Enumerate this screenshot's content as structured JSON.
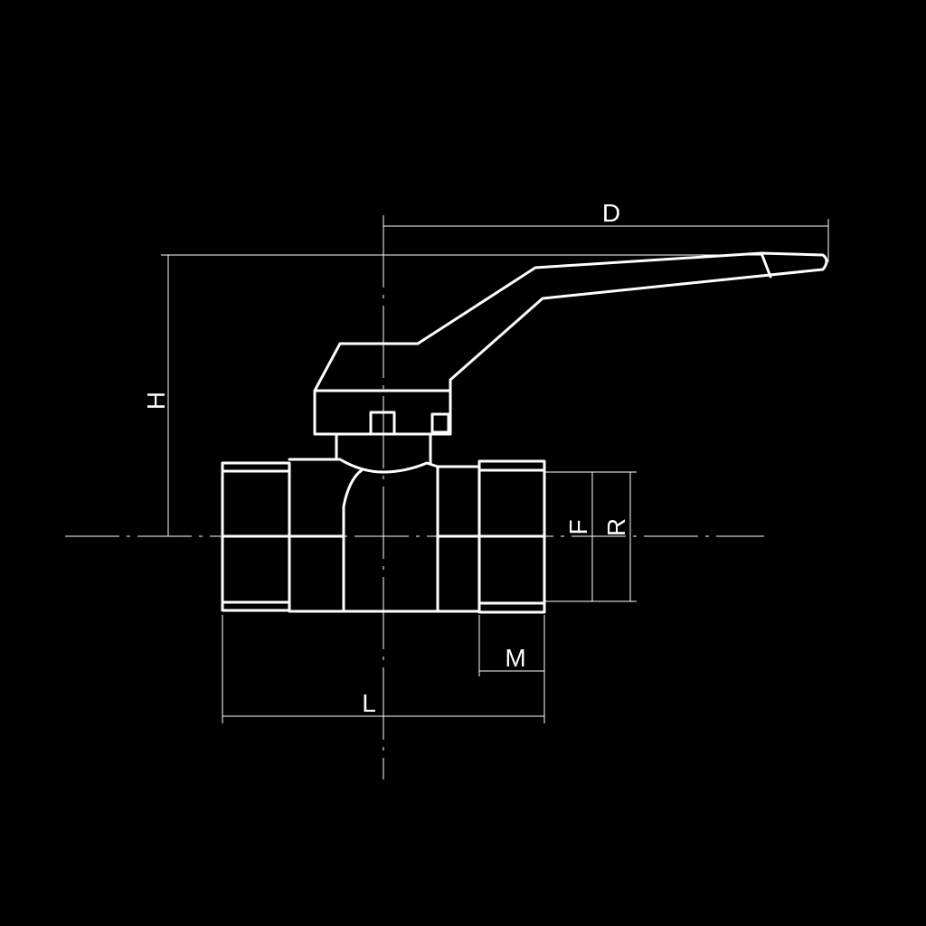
{
  "drawing": {
    "subject": "ball-valve-with-lever-handle",
    "colors": {
      "background": "#000000",
      "lines": "#ffffff"
    },
    "dimensions": {
      "D": "D",
      "H": "H",
      "F": "F",
      "R": "R",
      "M": "M",
      "L": "L"
    }
  }
}
